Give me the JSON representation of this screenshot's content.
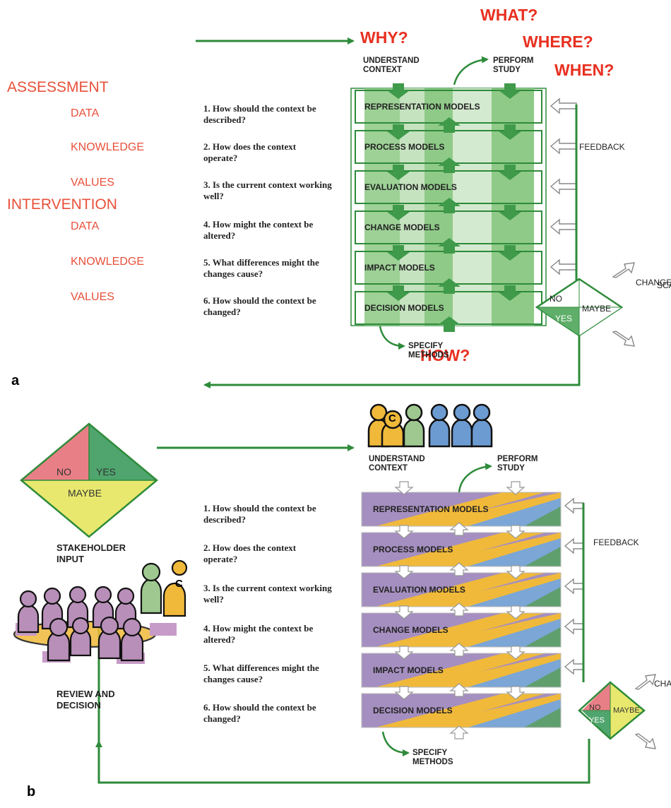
{
  "panel_a": {
    "label": "a",
    "headings": {
      "why": "WHY?",
      "what": "WHAT?",
      "where": "WHERE?",
      "when": "WHEN?",
      "how": "HOW?"
    },
    "left_labels": {
      "assessment": "ASSESSMENT",
      "assessment_items": [
        "DATA",
        "KNOWLEDGE",
        "VALUES"
      ],
      "intervention": "INTERVENTION",
      "intervention_items": [
        "DATA",
        "KNOWLEDGE",
        "VALUES"
      ]
    },
    "understand_context": "UNDERSTAND CONTEXT",
    "perform_study": "PERFORM STUDY",
    "specify_methods": "SPECIFY METHODS",
    "feedback": "FEEDBACK",
    "change": "CHANGE",
    "scale": "SCALE",
    "diamond": {
      "no": "NO",
      "yes": "YES",
      "maybe": "MAYBE"
    },
    "questions": [
      "1. How should the context be described?",
      "2. How does the context operate?",
      "3. Is the current context working well?",
      "4. How might the context be altered?",
      "5. What differences might the changes cause?",
      "6. How should the context be changed?"
    ],
    "models": [
      {
        "pre": "RE",
        "post": "PRESENTATION MODELS"
      },
      {
        "pre": "PRO",
        "post": "CESS MODELS"
      },
      {
        "pre": "E",
        "post": "VALUATION MODELS"
      },
      {
        "pre": "C",
        "post": "HANGE MODELS"
      },
      {
        "pre": "IM",
        "post": "PACT MODELS"
      },
      {
        "pre": "DE",
        "post": "CISION MODELS"
      }
    ],
    "colors": {
      "green": "#2e8b3a",
      "light_green": "#b8dcb0",
      "mid_green": "#7dc27a",
      "red_text": "#e83020"
    }
  },
  "panel_b": {
    "label": "b",
    "diamond": {
      "no": "NO",
      "yes": "YES",
      "maybe": "MAYBE"
    },
    "stakeholder_input": "STAKEHOLDER INPUT",
    "review_decision": "REVIEW AND DECISION",
    "c_label": "C",
    "understand_context": "UNDERSTAND CONTEXT",
    "perform_study": "PERFORM STUDY",
    "specify_methods": "SPECIFY METHODS",
    "feedback": "FEEDBACK",
    "change": "CHANGE",
    "questions": [
      "1. How should the context be described?",
      "2. How does the context operate?",
      "3. Is the current context working well?",
      "4. How might the context be altered?",
      "5. What differences might the changes cause?",
      "6. How should the context be changed?"
    ],
    "models": [
      "REPRESENTATION MODELS",
      "PROCESS MODELS",
      "EVALUATION MODELS",
      "CHANGE MODELS",
      "IMPACT MODELS",
      "DECISION MODELS"
    ],
    "colors": {
      "purple": "#a58fc0",
      "yellow": "#f0b93a",
      "blue": "#7ba6d6",
      "green": "#5f9f6e",
      "pink": "#e4727a",
      "lime": "#e6e66a"
    }
  }
}
